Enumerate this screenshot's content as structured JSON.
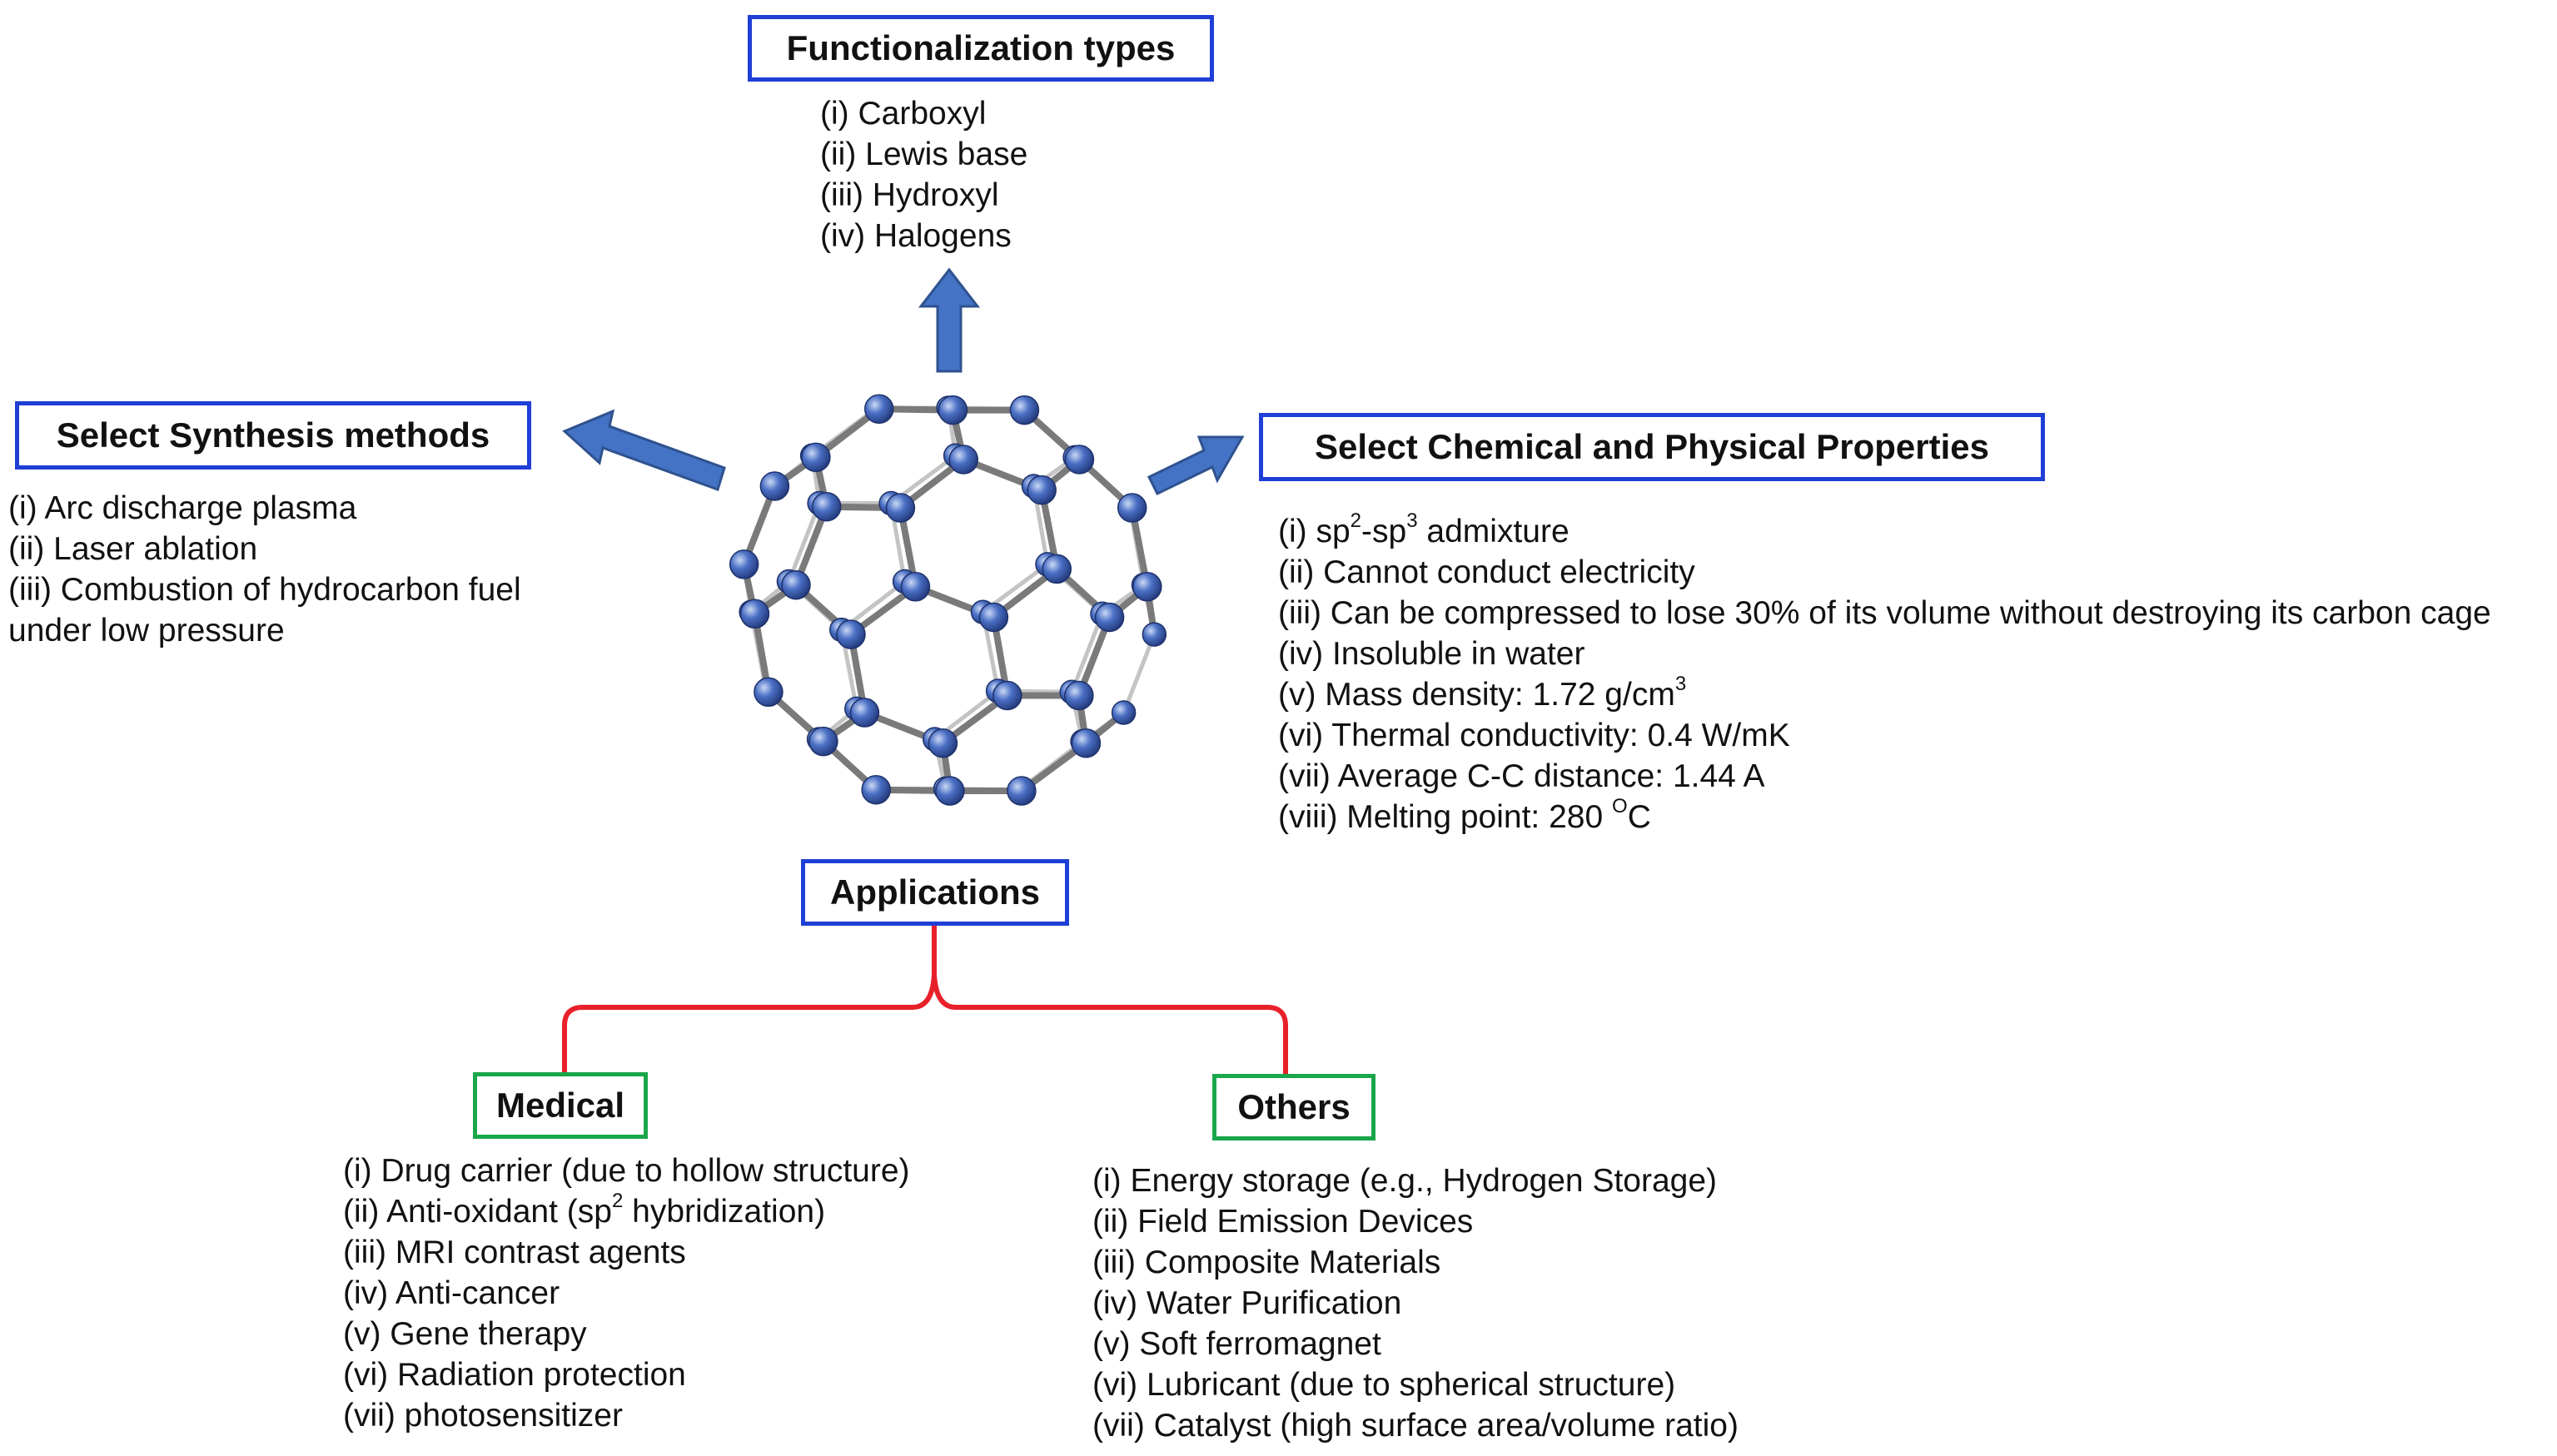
{
  "center": {
    "image": "fullerene-c60-ball-and-stick",
    "atom_color": "#4a6fc4",
    "bond_color": "#7a7a7a"
  },
  "functionalization": {
    "title": "Functionalization types",
    "items": [
      "(i) Carboxyl",
      "(ii) Lewis base",
      "(iii) Hydroxyl",
      "(iv) Halogens"
    ]
  },
  "synthesis": {
    "title": "Select Synthesis methods",
    "items": [
      "(i) Arc discharge plasma",
      "(ii) Laser ablation",
      "(iii) Combustion of hydrocarbon fuel",
      "under low pressure"
    ]
  },
  "properties": {
    "title": "Select Chemical and Physical Properties",
    "items": [
      [
        "(i) sp",
        "2",
        "-sp",
        "3",
        " admixture"
      ],
      [
        "(ii) Cannot conduct electricity"
      ],
      [
        "(iii) Can be compressed to lose 30% of its volume without destroying its carbon cage"
      ],
      [
        "(iv) Insoluble in water"
      ],
      [
        "(v) Mass density: 1.72 g/cm",
        "3"
      ],
      [
        "(vi) Thermal conductivity: 0.4 W/mK"
      ],
      [
        "(vii) Average C-C distance: 1.44 A"
      ],
      [
        "(viii) Melting point: 280 ",
        "O",
        "C"
      ]
    ]
  },
  "applications": {
    "title": "Applications",
    "connector_color": "#e8202a",
    "medical": {
      "title": "Medical",
      "items": [
        [
          "(i) Drug carrier (due to hollow structure)"
        ],
        [
          "(ii) Anti-oxidant (sp",
          "2",
          " hybridization)"
        ],
        [
          "(iii) MRI contrast agents"
        ],
        [
          "(iv) Anti-cancer"
        ],
        [
          "(v) Gene therapy"
        ],
        [
          "(vi) Radiation protection"
        ],
        [
          "(vii) photosensitizer"
        ]
      ]
    },
    "others": {
      "title": "Others",
      "items": [
        "(i) Energy storage (e.g., Hydrogen Storage)",
        "(ii) Field Emission Devices",
        "(iii) Composite Materials",
        "(iv) Water Purification",
        "(v) Soft ferromagnet",
        "(vi) Lubricant (due to spherical structure)",
        "(vii) Catalyst (high surface area/volume ratio)"
      ]
    }
  },
  "colors": {
    "box_blue": "#1f3fd6",
    "box_green": "#1aa64a",
    "arrow_fill": "#4472c4",
    "arrow_stroke": "#2f528f"
  }
}
